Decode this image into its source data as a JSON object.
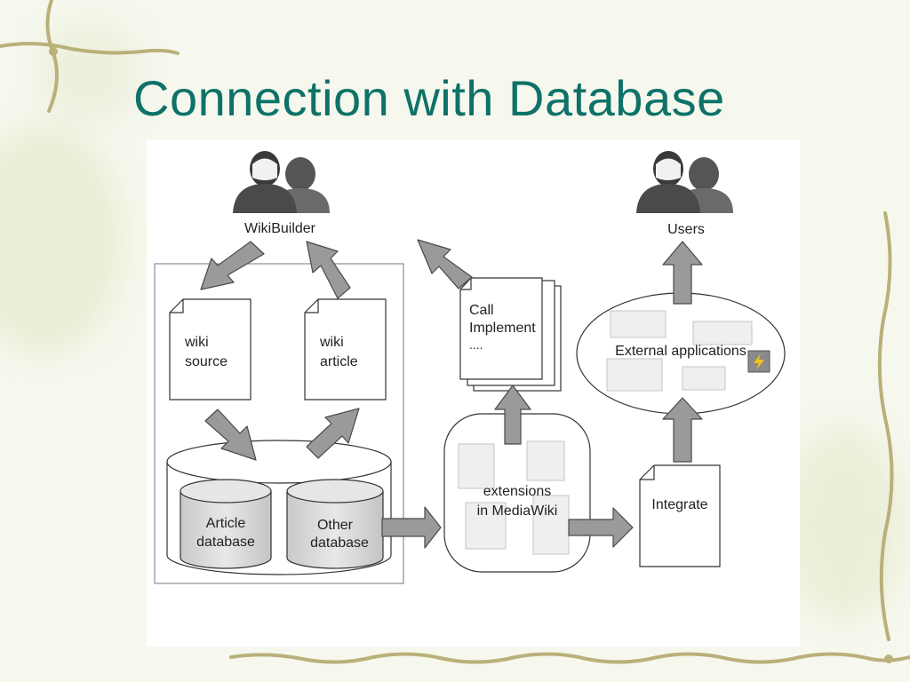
{
  "slide": {
    "title": "Connection with Database"
  },
  "diagram": {
    "wikibuilder_label": "WikiBuilder",
    "users_label": "Users",
    "wiki_source_doc": [
      "wiki",
      "source"
    ],
    "wiki_article_doc": [
      "wiki",
      "article"
    ],
    "article_database": [
      "Article",
      "database"
    ],
    "other_database": [
      "Other",
      "database"
    ],
    "call_doc": [
      "Call",
      "Implement",
      "...."
    ],
    "extensions": [
      "extensions",
      "in MediaWiki"
    ],
    "integrate_label": "Integrate",
    "external_apps_label": "External applications"
  },
  "icons": {
    "people": "users-silhouette-icon",
    "lightning": "lightning-icon"
  },
  "colors": {
    "title": "#0e7268",
    "arrow_fill": "#9a9a9a",
    "arrow_stroke": "#4a4a4a",
    "db_fill": "#d9d9d9"
  }
}
